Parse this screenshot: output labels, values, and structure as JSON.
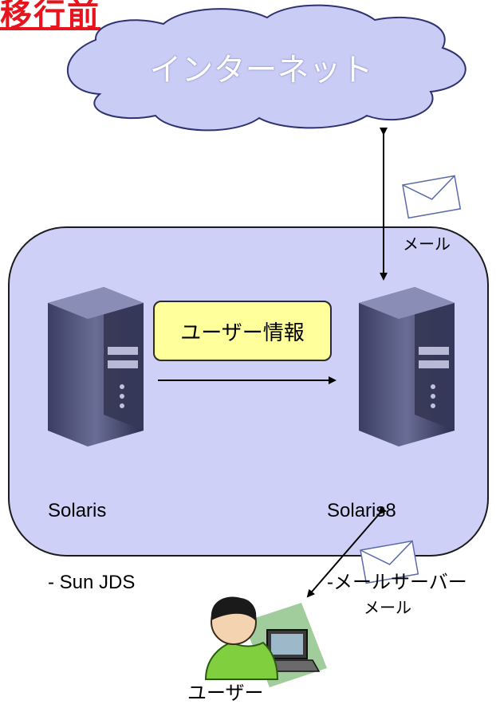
{
  "title": "移行前",
  "cloud": {
    "label": "インターネット"
  },
  "info_box": {
    "label": "ユーザー情報"
  },
  "servers": [
    {
      "name": "Solaris",
      "role": "- Sun JDS"
    },
    {
      "name": "Solaris8",
      "role": "-メールサーバー"
    }
  ],
  "mail_labels": [
    "メール",
    "メール"
  ],
  "user": {
    "label": "ユーザー"
  },
  "colors": {
    "title": "#e8141d",
    "cloud": "#c9ccf5",
    "region": "#cfd0f7",
    "info_box": "#ffff9c"
  }
}
